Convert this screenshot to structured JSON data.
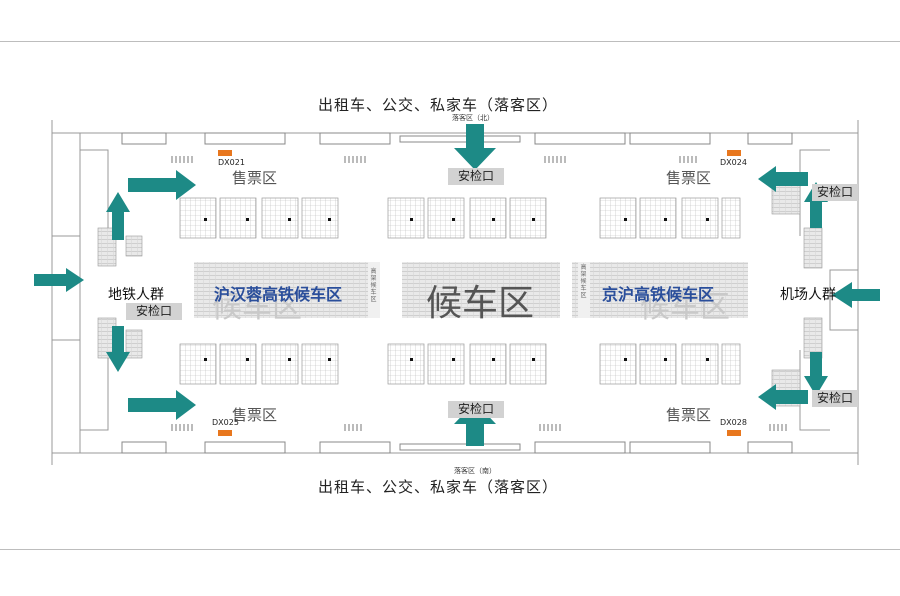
{
  "streets": {
    "top": "出租车、公交、私家车（落客区）",
    "bottom": "出租车、公交、私家车（落客区）"
  },
  "drop_off": {
    "north": "落客区（北）",
    "south": "落客区（南）"
  },
  "security_checks": {
    "top": "安检口",
    "bottom": "安检口",
    "left": "安检口",
    "right_top": "安检口",
    "right_bottom": "安检口"
  },
  "ticket_areas": {
    "top_left": "售票区",
    "top_right": "售票区",
    "bottom_left": "售票区",
    "bottom_right": "售票区"
  },
  "ad_codes": {
    "top_left": "DX021",
    "top_right": "DX024",
    "bottom_left": "DX025",
    "bottom_right": "DX028"
  },
  "crowds": {
    "left": "地铁人群",
    "right": "机场人群"
  },
  "zones": {
    "center": "候车区",
    "left_ghost": "候车区",
    "right_ghost": "候车区",
    "left_highlight": "沪汉蓉高铁候车区",
    "right_highlight": "京沪高铁候车区",
    "small_left": "高架候车区",
    "small_right": "高架候车区"
  },
  "colors": {
    "arrow": "#1d8a86",
    "ad_marker": "#e8771e",
    "blue_label": "#2a4e9b"
  }
}
